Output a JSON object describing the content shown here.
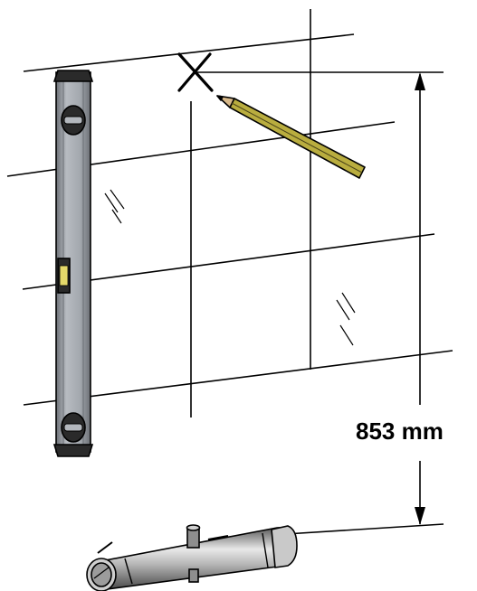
{
  "dimension": {
    "value_label": "853 mm",
    "value_mm": 853
  },
  "mark": {
    "label": "X"
  },
  "colors": {
    "line": "#000000",
    "level_body": "#9a9fa6",
    "level_end_cap": "#2a2a2a",
    "pencil_body": "#b9ad3f",
    "valve_body": "#b8b8b8"
  },
  "icons": [
    "spirit-level-icon",
    "pencil-icon",
    "thermostatic-valve-icon"
  ]
}
